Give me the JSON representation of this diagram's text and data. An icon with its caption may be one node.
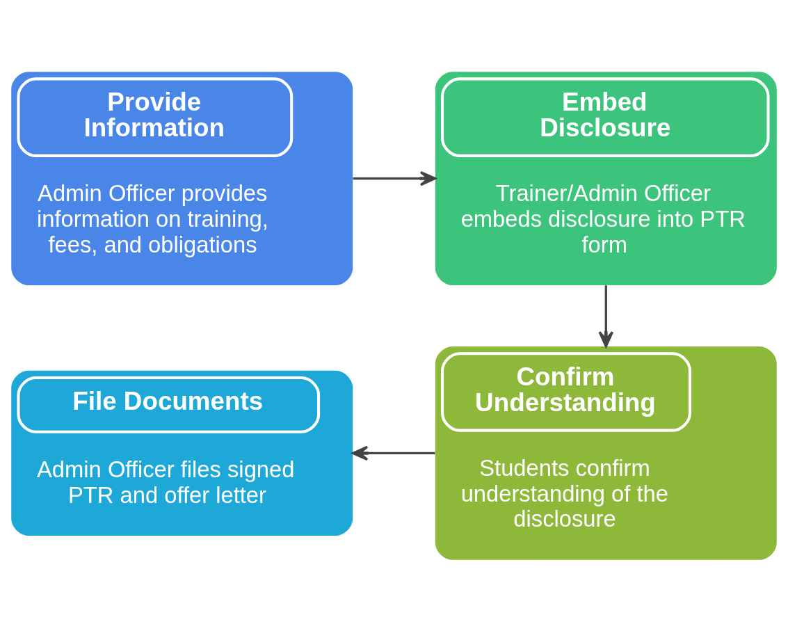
{
  "diagram": {
    "nodes": [
      {
        "text": [
          "Provide Information",
          "Admin Officer provides information on training, fees, and obligations"
        ]
      },
      {
        "text": [
          "Embed Disclosure",
          "Trainer/Admin Officer embeds disclosure into PTR form"
        ]
      },
      {
        "text": [
          "File Documents",
          "Admin Officer files signed PTR and offer letter"
        ]
      },
      {
        "text": [
          "Confirm Understanding",
          "Students confirm understanding of the disclosure"
        ]
      }
    ],
    "edges": [
      {
        "from": 0,
        "to": 1,
        "arrow": "to"
      },
      {
        "from": 1,
        "to": 3,
        "arrow": "to"
      },
      {
        "from": 3,
        "to": 2,
        "arrow": "to"
      }
    ]
  }
}
